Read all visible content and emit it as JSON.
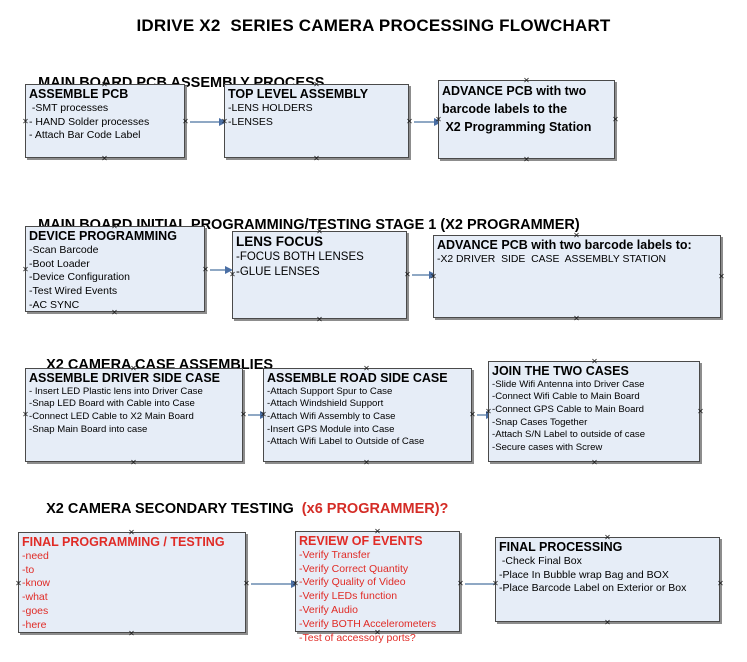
{
  "document": {
    "title": "IDRIVE X2  SERIES CAMERA PROCESSING FLOWCHART"
  },
  "sections": [
    {
      "id": "main-board-pcb-assembly-process",
      "heading": "MAIN BOARD PCB ASSEMBLY PROCESS",
      "heading_accent": "",
      "boxes": [
        {
          "id": "assemble-pcb",
          "title": "ASSEMBLE PCB",
          "lines": [
            " -SMT processes",
            "- HAND Solder processes",
            "- Attach Bar Code Label"
          ],
          "color": "black"
        },
        {
          "id": "top-level-assembly",
          "title": "TOP LEVEL ASSEMBLY",
          "lines": [
            "-LENS HOLDERS",
            "-LENSES"
          ],
          "color": "black"
        },
        {
          "id": "advance-pcb-to-x2-programming-station",
          "title": "ADVANCE PCB with two\nbarcode labels to the\n X2 Programming Station",
          "lines": [],
          "color": "black"
        }
      ]
    },
    {
      "id": "main-board-initial-programming-testing-stage-1",
      "heading": "MAIN BOARD INITIAL PROGRAMMING/TESTING STAGE 1 (X2 PROGRAMMER)",
      "heading_accent": "",
      "boxes": [
        {
          "id": "device-programming",
          "title": "DEVICE PROGRAMMING",
          "lines": [
            "-Scan Barcode",
            "-Boot Loader",
            "-Device Configuration",
            "-Test Wired Events",
            "-AC SYNC"
          ],
          "color": "black"
        },
        {
          "id": "lens-focus",
          "title": "LENS FOCUS",
          "lines": [
            "-FOCUS BOTH LENSES",
            "-GLUE LENSES"
          ],
          "color": "black"
        },
        {
          "id": "advance-pcb-to-driver-side-case-assembly",
          "title": "ADVANCE PCB with two barcode labels to:",
          "lines": [
            "-X2 DRIVER  SIDE  CASE  ASSEMBLY STATION"
          ],
          "color": "black"
        }
      ]
    },
    {
      "id": "x2-camera-case-assemblies",
      "heading": "X2 CAMERA CASE ASSEMBLIES",
      "heading_accent": "",
      "boxes": [
        {
          "id": "assemble-driver-side-case",
          "title": "ASSEMBLE DRIVER SIDE CASE",
          "lines": [
            "- Insert LED Plastic lens into Driver Case",
            "-Snap LED Board with Cable into Case",
            "-Connect LED Cable to X2 Main Board",
            "-Snap Main Board into case"
          ],
          "color": "black"
        },
        {
          "id": "assemble-road-side-case",
          "title": "ASSEMBLE ROAD SIDE CASE",
          "lines": [
            "-Attach Support Spur to Case",
            "-Attach Windshield Support",
            "-Attach Wifi Assembly to Case",
            "-Insert GPS Module into Case",
            "-Attach Wifi Label to Outside of Case"
          ],
          "color": "black"
        },
        {
          "id": "join-the-two-cases",
          "title": "JOIN THE TWO CASES",
          "lines": [
            "-Slide Wifi Antenna into Driver Case",
            "-Connect Wifi Cable to Main Board",
            "-Connect GPS Cable to Main Board",
            "-Snap Cases Together",
            "-Attach S/N Label to outside of case",
            "-Secure cases with Screw"
          ],
          "color": "black"
        }
      ]
    },
    {
      "id": "x2-camera-secondary-testing",
      "heading": "X2 CAMERA SECONDARY TESTING  ",
      "heading_accent": "(x6 PROGRAMMER)?",
      "boxes": [
        {
          "id": "final-programming-testing",
          "title": "FINAL PROGRAMMING / TESTING",
          "lines": [
            "-need",
            "-to",
            "-know",
            "-what",
            "-goes",
            "-here"
          ],
          "color": "red"
        },
        {
          "id": "review-of-events",
          "title": "REVIEW OF EVENTS",
          "lines": [
            "-Verify Transfer",
            "-Verify Correct Quantity",
            "-Verify Quality of Video",
            "-Verify LEDs function",
            "-Verify Audio",
            "-Verify BOTH Accelerometers",
            "-Test of accessory ports?"
          ],
          "color": "red"
        },
        {
          "id": "final-processing",
          "title": "FINAL PROCESSING",
          "lines": [
            " -Check Final Box",
            "-Place In Bubble wrap Bag and BOX",
            "-Place Barcode Label on Exterior or Box"
          ],
          "color": "black"
        }
      ]
    }
  ],
  "palette": {
    "box_fill": "#e6edf7",
    "box_border": "#4a4a4a",
    "connector": "#8fa8c4",
    "arrow_head": "#4a6fa5",
    "accent_red": "#d42c26",
    "text_black": "#000000"
  }
}
